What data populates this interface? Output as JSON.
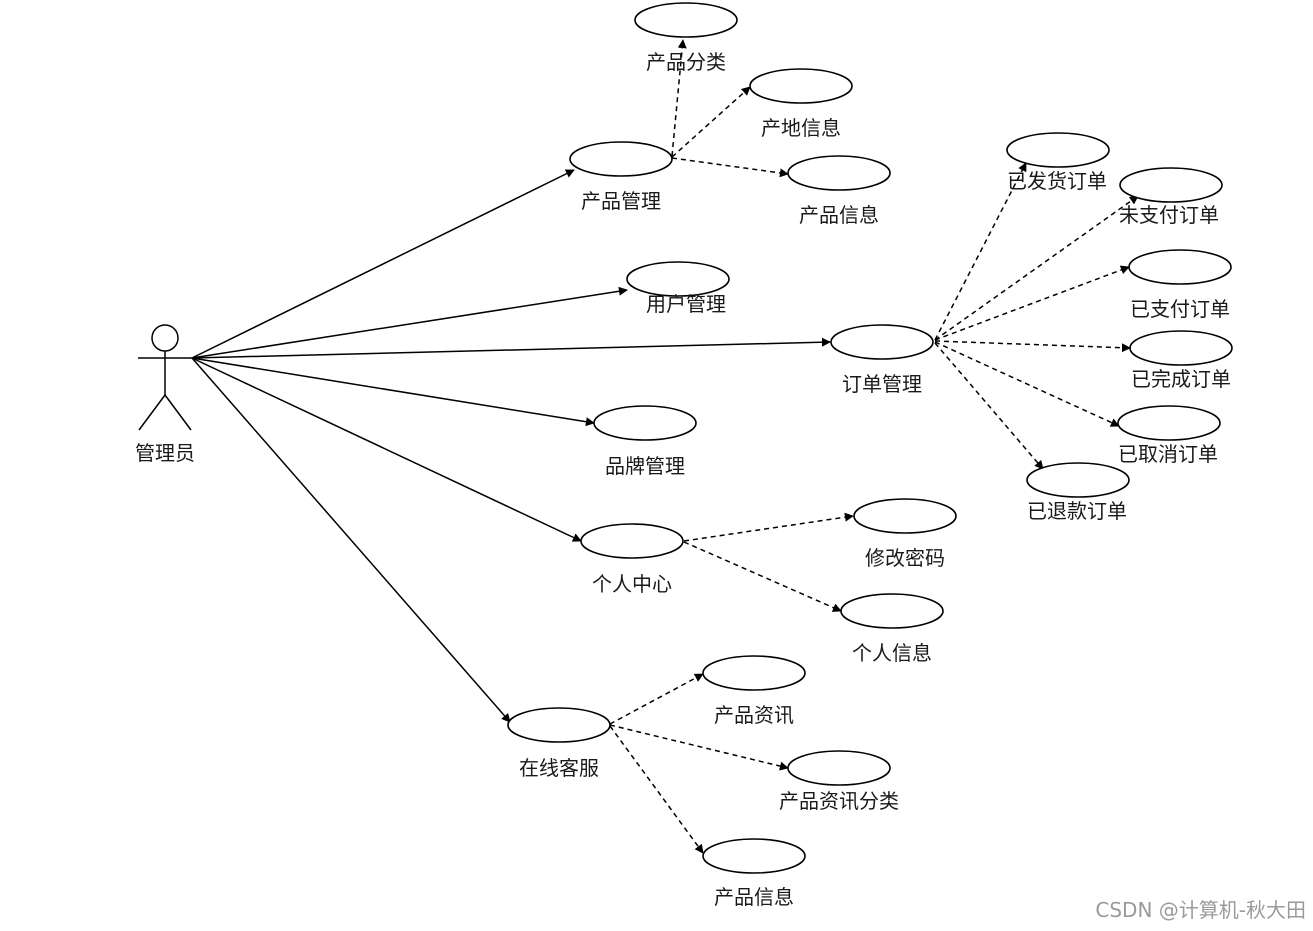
{
  "actor": {
    "label": "管理员"
  },
  "use_cases": {
    "product_mgmt": "产品管理",
    "product_category": "产品分类",
    "origin_info": "产地信息",
    "product_info": "产品信息",
    "user_mgmt": "用户管理",
    "order_mgmt": "订单管理",
    "shipped_orders": "已发货订单",
    "unpaid_orders": "未支付订单",
    "paid_orders": "已支付订单",
    "completed_orders": "已完成订单",
    "cancelled_orders": "已取消订单",
    "refunded_orders": "已退款订单",
    "brand_mgmt": "品牌管理",
    "personal_center": "个人中心",
    "change_password": "修改密码",
    "personal_info": "个人信息",
    "online_service": "在线客服",
    "product_news": "产品资讯",
    "product_news_category": "产品资讯分类",
    "service_product_info": "产品信息"
  },
  "watermark": "CSDN @计算机-秋大田"
}
